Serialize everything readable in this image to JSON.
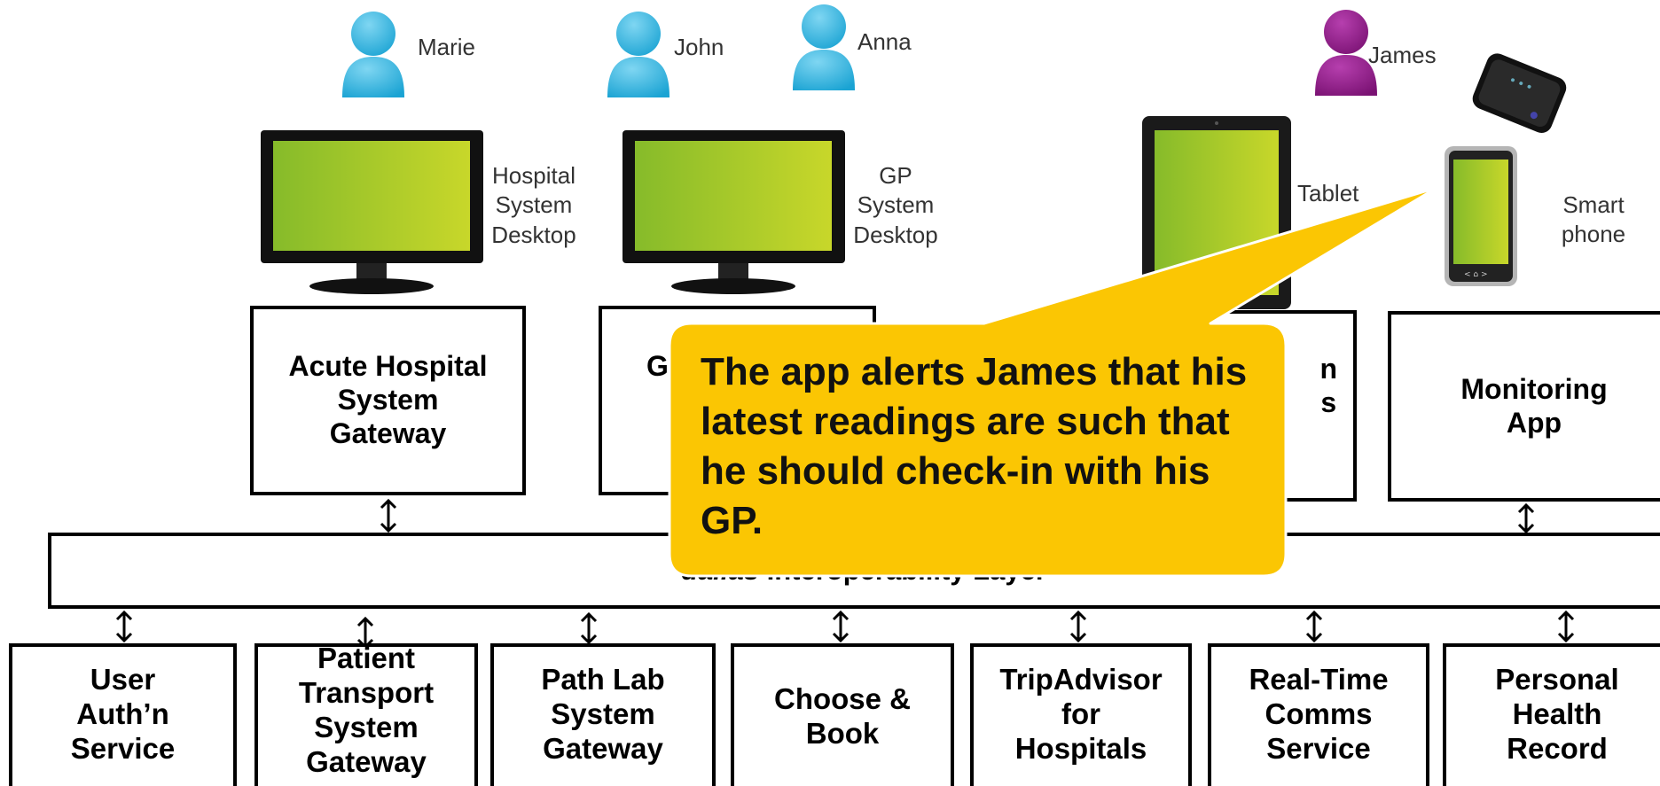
{
  "people": [
    {
      "name": "Marie",
      "color": "#2cb5df"
    },
    {
      "name": "John",
      "color": "#2cb5df"
    },
    {
      "name": "Anna",
      "color": "#2cb5df"
    },
    {
      "name": "James",
      "color": "#8e1a86"
    }
  ],
  "devices": {
    "hospital_desktop": "Hospital\nSystem\nDesktop",
    "gp_desktop": "GP\nSystem\nDesktop",
    "tablet": "Tablet",
    "smartphone": "Smart\nphone"
  },
  "upper_boxes": [
    {
      "label": "Acute Hospital\nSystem\nGateway"
    },
    {
      "label": "G"
    },
    {
      "label": "n\ns"
    },
    {
      "label": "Monitoring\nApp"
    }
  ],
  "layer": {
    "italic": "dallas",
    "text": " Interoperability Layer"
  },
  "lower_boxes": [
    {
      "label": "User\nAuth’n\nService"
    },
    {
      "label": "Patient\nTransport\nSystem\nGateway"
    },
    {
      "label": "Path Lab\nSystem\nGateway"
    },
    {
      "label": "Choose &\nBook"
    },
    {
      "label": "TripAdvisor\nfor\nHospitals"
    },
    {
      "label": "Real-Time\nComms\nService"
    },
    {
      "label": "Personal\nHealth\nRecord"
    }
  ],
  "callout": {
    "text": "The app alerts James that his latest readings are such that he should check-in with his GP.",
    "color": "#fbc603"
  },
  "colors": {
    "screen_green": "#9bc52a",
    "person_blue": "#2cb5df",
    "person_purple": "#8e1a86"
  }
}
